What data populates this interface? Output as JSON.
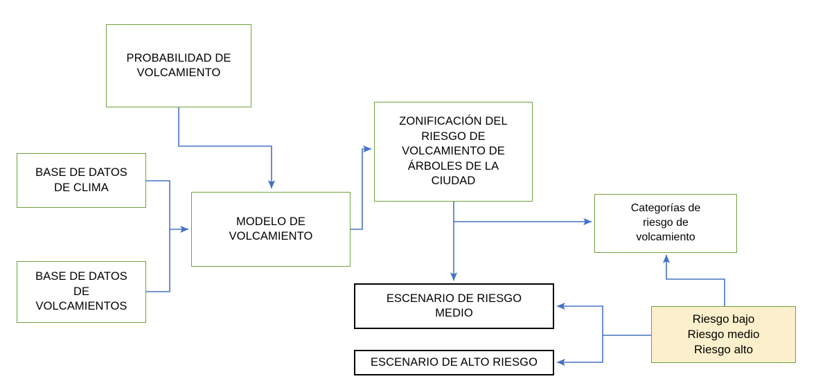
{
  "diagram": {
    "title_text_color": "#000000",
    "colors": {
      "box_border_green": "#70A03C",
      "box_border_black": "#000000",
      "legend_fill": "#FCEFCB",
      "connector_blue": "#4472C4",
      "canvas_background": "#FFFFFF"
    },
    "nodes": [
      {
        "id": "probabilidad",
        "label": "PROBABILIDAD DE\nVOLCAMIENTO",
        "style": "green-outline"
      },
      {
        "id": "base-clima",
        "label": "BASE DE DATOS\nDE CLIMA",
        "style": "green-outline"
      },
      {
        "id": "base-volcamientos",
        "label": "BASE DE DATOS\nDE\nVOLCAMIENTOS",
        "style": "green-outline"
      },
      {
        "id": "modelo",
        "label": "MODELO DE\nVOLCAMIENTO",
        "style": "green-outline"
      },
      {
        "id": "zonificacion",
        "label": "ZONIFICACIÓN DEL\nRIESGO DE\nVOLCAMIENTO DE\nÁRBOLES DE LA\nCIUDAD",
        "style": "green-outline"
      },
      {
        "id": "categorias",
        "label": "Categorías de\nriesgo de\nvolcamiento",
        "style": "green-outline"
      },
      {
        "id": "escenario-medio",
        "label": "ESCENARIO DE RIESGO\nMEDIO",
        "style": "black-outline"
      },
      {
        "id": "escenario-alto",
        "label": "ESCENARIO DE ALTO RIESGO",
        "style": "black-outline"
      },
      {
        "id": "leyenda-riesgo",
        "label": "Riesgo bajo\nRiesgo medio\nRiesgo alto",
        "style": "legend-filled"
      }
    ],
    "connectors": [
      {
        "id": "probabilidad-to-modelo",
        "from": "probabilidad",
        "to": "modelo",
        "arrow": "down"
      },
      {
        "id": "base-clima-to-modelo",
        "from": "base-clima",
        "to": "modelo",
        "arrow": "right"
      },
      {
        "id": "base-volcamientos-to-modelo",
        "from": "base-volcamientos",
        "to": "modelo",
        "arrow": "right"
      },
      {
        "id": "modelo-to-zonificacion",
        "from": "modelo",
        "to": "zonificacion",
        "arrow": "right"
      },
      {
        "id": "zonificacion-to-categorias",
        "from": "zonificacion",
        "to": "categorias",
        "arrow": "right"
      },
      {
        "id": "zonificacion-to-escenario-medio",
        "from": "zonificacion",
        "to": "escenario-medio",
        "arrow": "down"
      },
      {
        "id": "leyenda-to-escenario-medio",
        "from": "leyenda-riesgo",
        "to": "escenario-medio",
        "arrow": "left"
      },
      {
        "id": "leyenda-to-escenario-alto",
        "from": "leyenda-riesgo",
        "to": "escenario-alto",
        "arrow": "left"
      },
      {
        "id": "leyenda-to-categorias",
        "from": "leyenda-riesgo",
        "to": "categorias",
        "arrow": "up"
      }
    ]
  }
}
